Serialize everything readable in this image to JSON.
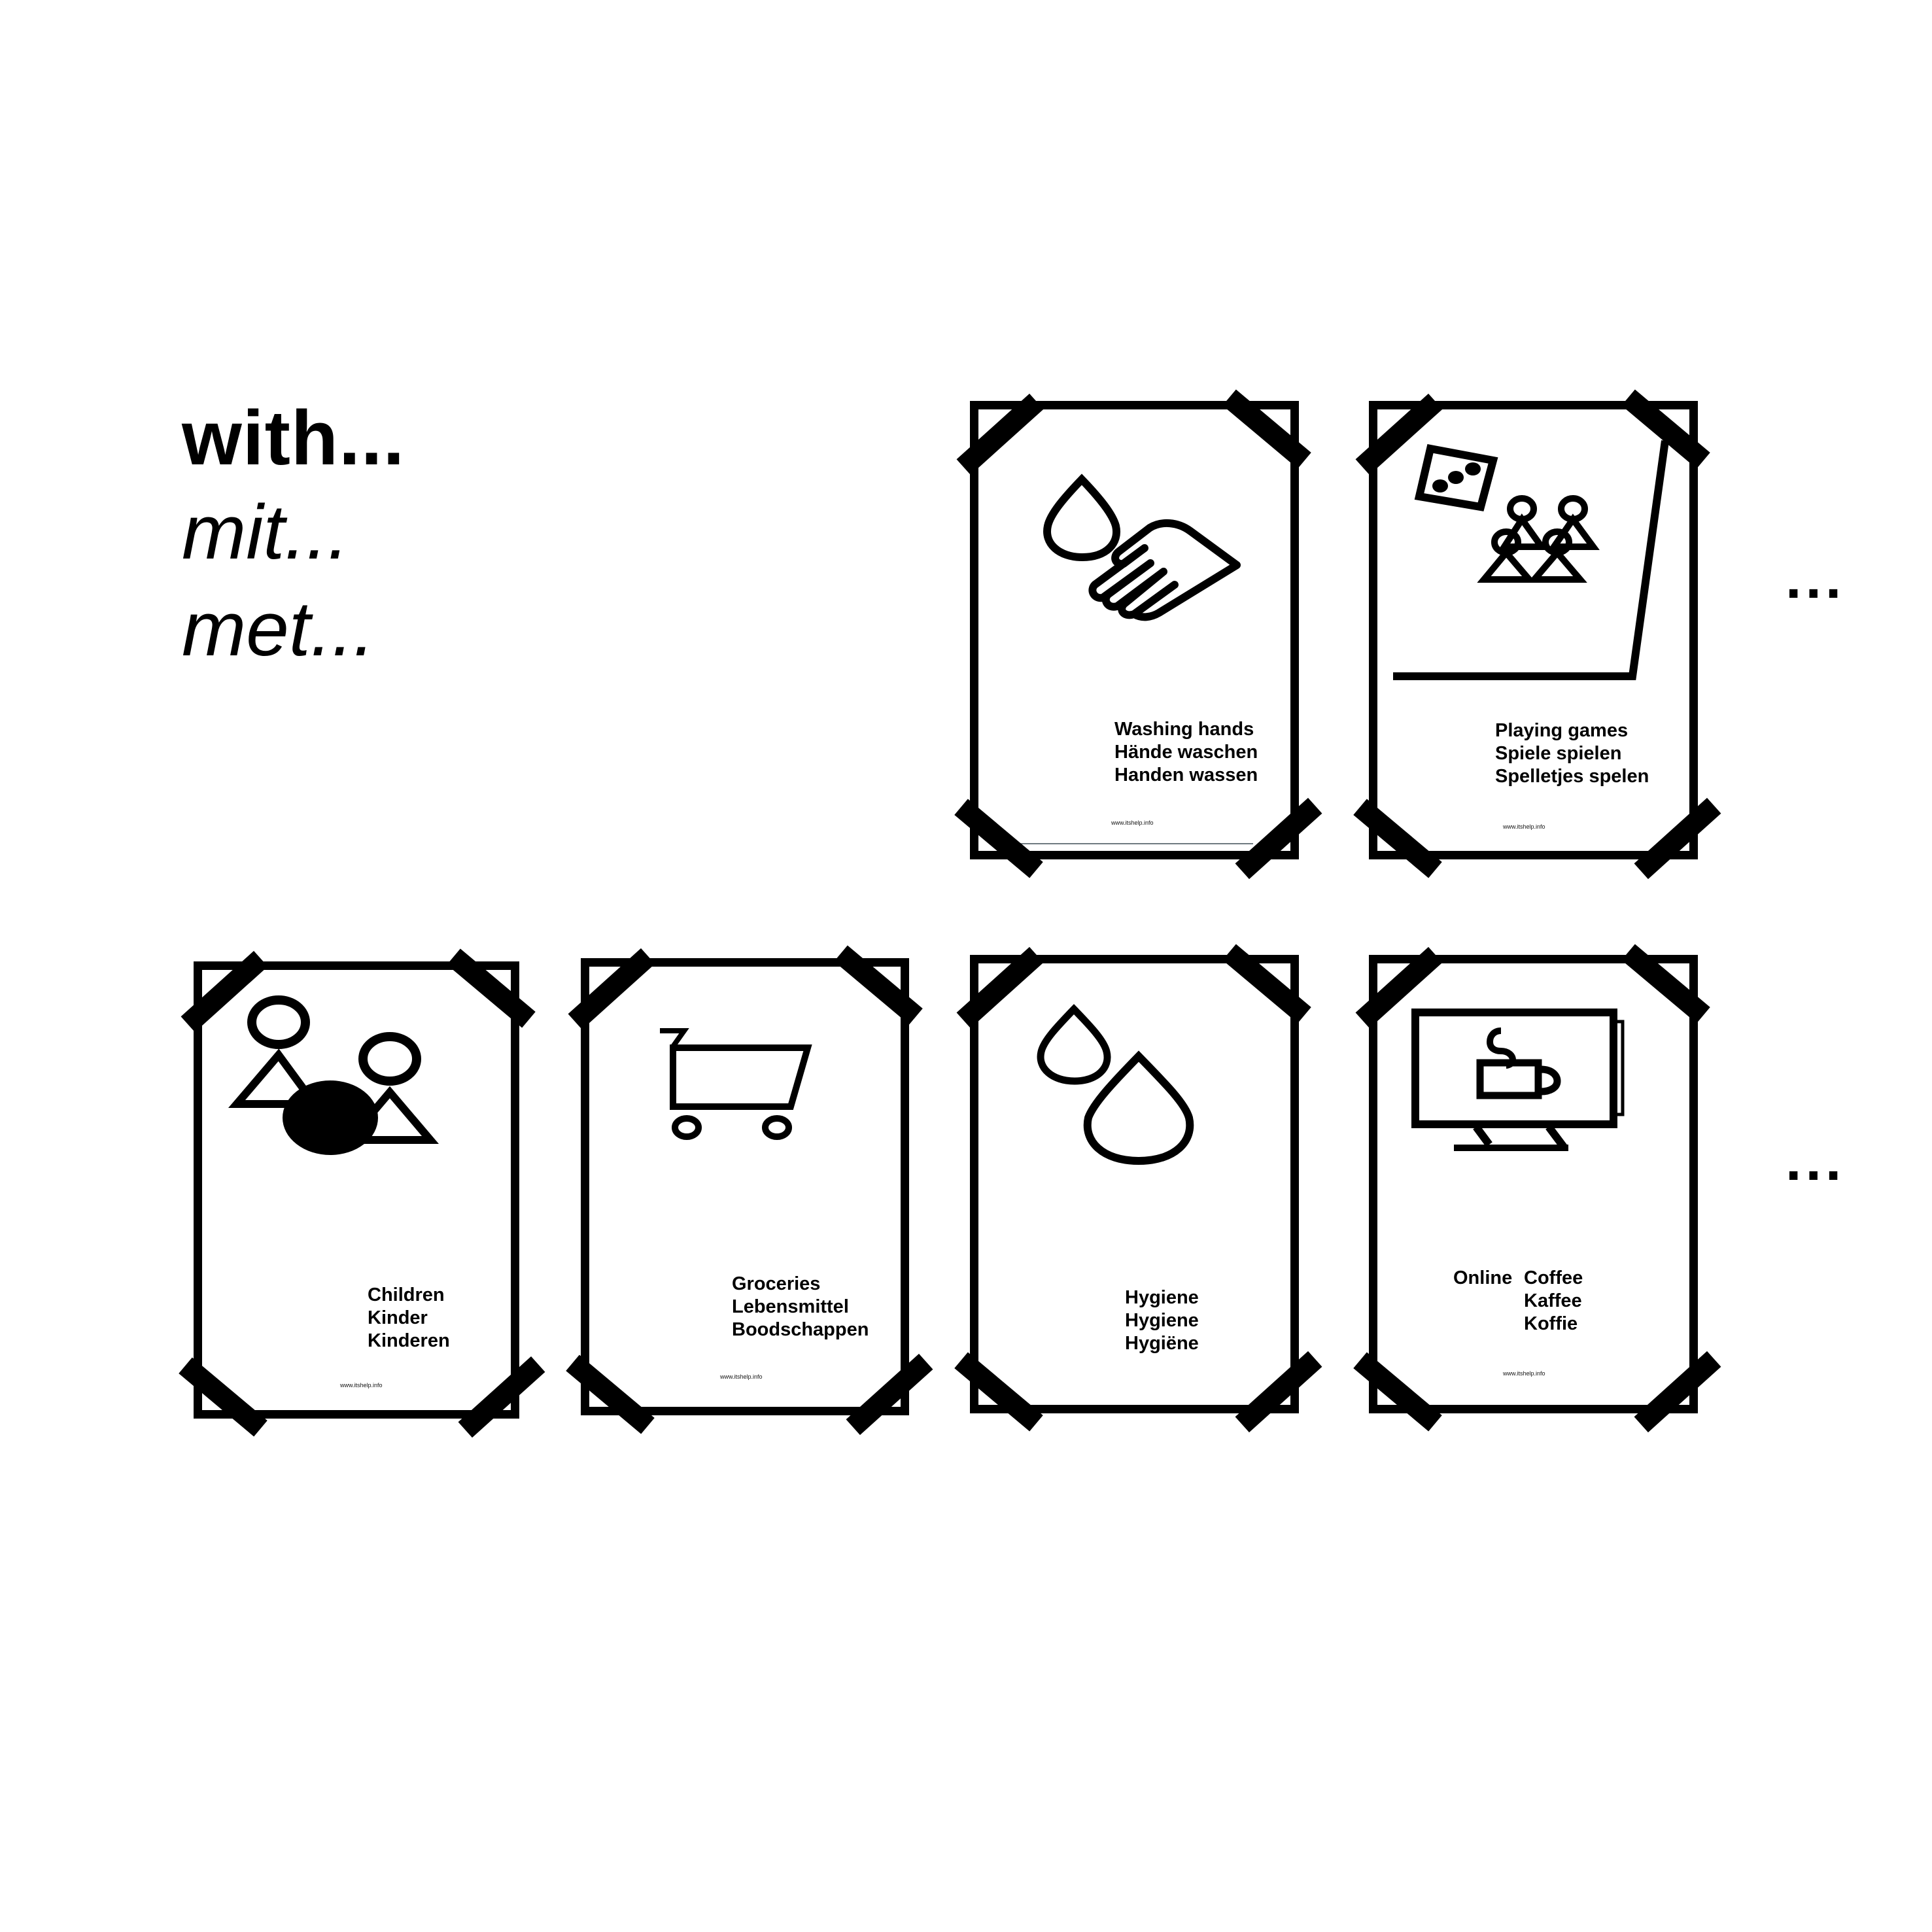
{
  "intro": {
    "english": "with...",
    "german": "mit...",
    "dutch": "met..."
  },
  "continuation": {
    "top_row": "...",
    "bottom_row": "..."
  },
  "colors": {
    "ink": "#000000",
    "paper": "#ffffff",
    "rule": "#6f7a80"
  },
  "cards": [
    {
      "id": "washing-hands",
      "icon": "water-drop-and-hand-icon",
      "labels": [
        "Washing hands",
        "Hände waschen",
        "Handen wassen"
      ],
      "url": "www.itshelp.info"
    },
    {
      "id": "playing-games",
      "icon": "dice-and-game-pieces-icon",
      "labels": [
        "Playing games",
        "Spiele spielen",
        "Spelletjes spelen"
      ],
      "url": "www.itshelp.info"
    },
    {
      "id": "children",
      "icon": "children-figures-icon",
      "labels": [
        "Children",
        "Kinder",
        "Kinderen"
      ],
      "url": "www.itshelp.info"
    },
    {
      "id": "groceries",
      "icon": "shopping-cart-icon",
      "labels": [
        "Groceries",
        "Lebensmittel",
        "Boodschappen"
      ],
      "url": "www.itshelp.info"
    },
    {
      "id": "hygiene",
      "icon": "water-drops-icon",
      "labels": [
        "Hygiene",
        "Hygiene",
        "Hygiëne"
      ],
      "url": ""
    },
    {
      "id": "online-coffee",
      "icon": "monitor-with-coffee-cup-icon",
      "prefix": "Online",
      "labels": [
        "Coffee",
        "Kaffee",
        "Koffie"
      ],
      "url": "www.itshelp.info"
    }
  ]
}
